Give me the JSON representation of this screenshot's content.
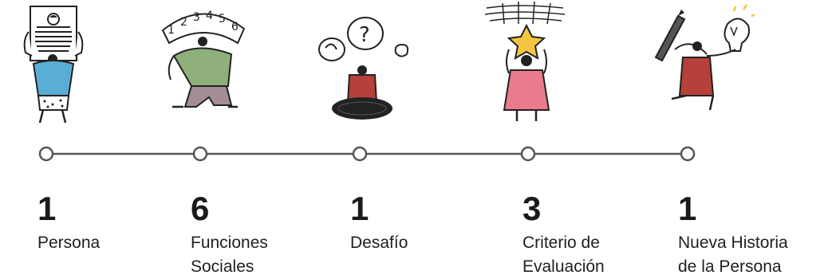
{
  "colors": {
    "line": "#555555",
    "node_fill": "#ffffff",
    "node_stroke": "#555555",
    "ink": "#222222",
    "accent_blue": "#5aaed6",
    "accent_green": "#8fb07a",
    "accent_red": "#b5413a",
    "accent_pink": "#ea7b8c",
    "accent_yellow": "#f5c542"
  },
  "steps": [
    {
      "number": "1",
      "label_line1": "Persona",
      "label_line2": "",
      "icon": "persona-illustration"
    },
    {
      "number": "6",
      "label_line1": "Funciones",
      "label_line2": "Sociales",
      "icon": "social-functions-illustration"
    },
    {
      "number": "1",
      "label_line1": "Desafío",
      "label_line2": "",
      "icon": "challenge-illustration"
    },
    {
      "number": "3",
      "label_line1": "Criterio de",
      "label_line2": "Evaluación",
      "icon": "evaluation-criteria-illustration"
    },
    {
      "number": "1",
      "label_line1": "Nueva Historia",
      "label_line2": "de la Persona",
      "icon": "new-story-illustration"
    }
  ],
  "illustration_text": {
    "banner_numbers": [
      "1",
      "2",
      "3",
      "4",
      "5",
      "6"
    ],
    "thought_mark": "?"
  }
}
